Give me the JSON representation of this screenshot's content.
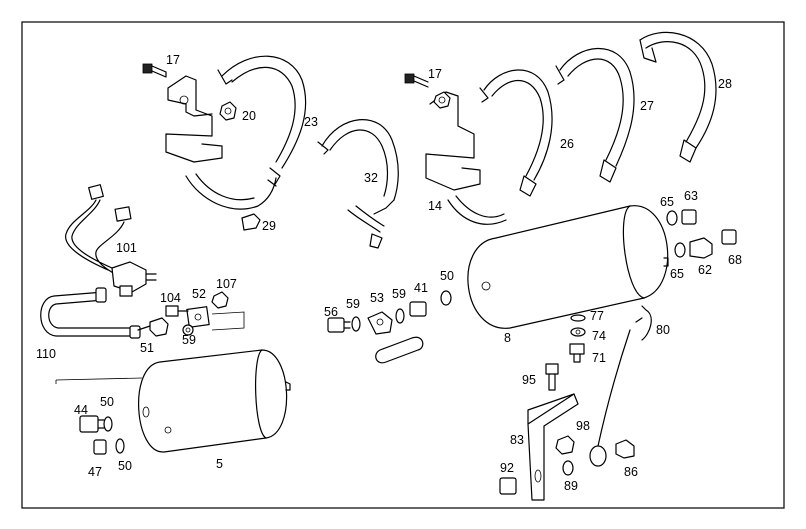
{
  "diagram": {
    "labels": {
      "l17a": "17",
      "l20": "20",
      "l23": "23",
      "l29": "29",
      "l17b": "17",
      "l26": "26",
      "l27": "27",
      "l28": "28",
      "l32": "32",
      "l14": "14",
      "l101": "101",
      "l104": "104",
      "l52": "52",
      "l107": "107",
      "l59a": "59",
      "l51": "51",
      "l110": "110",
      "l56": "56",
      "l59b": "59",
      "l53": "53",
      "l59c": "59",
      "l41": "41",
      "l50a": "50",
      "l65a": "65",
      "l63": "63",
      "l65b": "65",
      "l62": "62",
      "l68": "68",
      "l8": "8",
      "l77": "77",
      "l74": "74",
      "l80": "80",
      "l71": "71",
      "l95": "95",
      "l44": "44",
      "l50b": "50",
      "l47": "47",
      "l50c": "50",
      "l5": "5",
      "l98": "98",
      "l83": "83",
      "l86": "86",
      "l92": "92",
      "l89": "89"
    }
  }
}
